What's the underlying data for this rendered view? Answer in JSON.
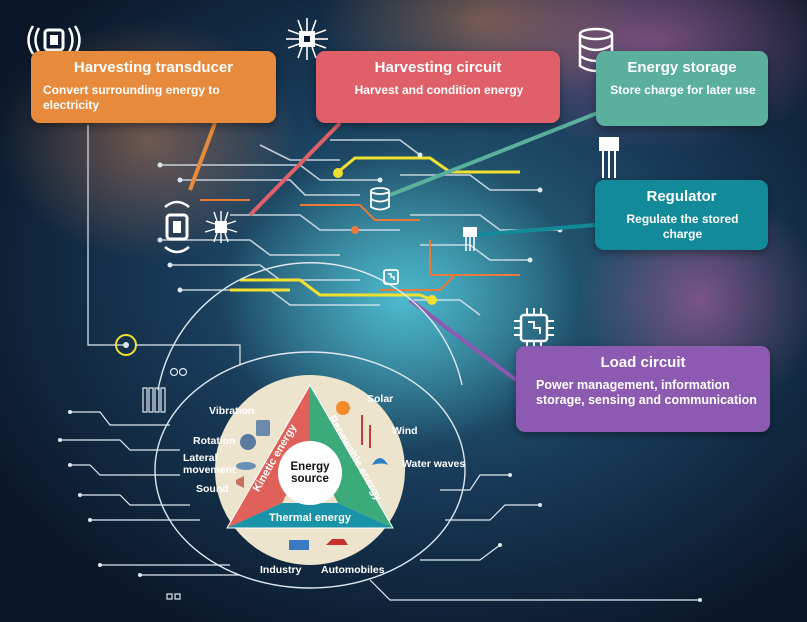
{
  "cards": {
    "transducer": {
      "title": "Harvesting transducer",
      "subtitle": "Convert surrounding energy to electricity",
      "color": "#e88a3c"
    },
    "circuit": {
      "title": "Harvesting circuit",
      "subtitle": "Harvest and condition energy",
      "color": "#e0606a"
    },
    "storage": {
      "title": "Energy storage",
      "subtitle": "Store charge for later use",
      "color": "#5aaf9d"
    },
    "regulator": {
      "title": "Regulator",
      "subtitle": "Regulate the stored charge",
      "color": "#128a99"
    },
    "load": {
      "title": "Load circuit",
      "subtitle": "Power management, information storage, sensing and communication",
      "color": "#8c5ab0"
    }
  },
  "source": {
    "center_label": "Energy source",
    "kinetic": {
      "label": "Kinetic energy",
      "color": "#e0605a",
      "items": [
        "Vibration",
        "Rotation",
        "Lateral movement",
        "Sound"
      ]
    },
    "renewable": {
      "label": "Renewable energy",
      "color": "#3cab7c",
      "items": [
        "Solar",
        "Wind",
        "Water waves"
      ]
    },
    "thermal": {
      "label": "Thermal energy",
      "color": "#1a93a8",
      "items": [
        "Industry",
        "Automobiles"
      ]
    }
  }
}
